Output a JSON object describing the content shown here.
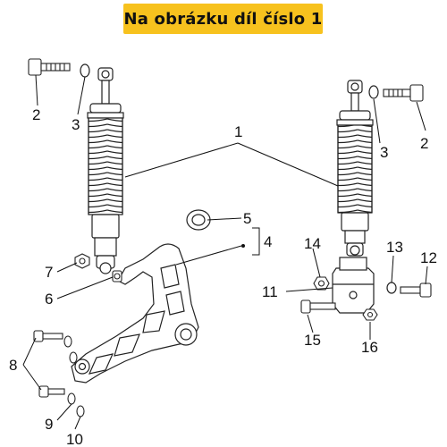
{
  "banner": {
    "text": "Na obrázku díl číslo 1",
    "color": "#f7c21e"
  },
  "callouts": {
    "c1": "1",
    "c2_left": "2",
    "c2_right": "2",
    "c3_left": "3",
    "c3_right": "3",
    "c4": "4",
    "c5": "5",
    "c6": "6",
    "c7": "7",
    "c8": "8",
    "c9": "9",
    "c10": "10",
    "c11": "11",
    "c12": "12",
    "c13": "13",
    "c14": "14",
    "c15": "15",
    "c16": "16"
  }
}
